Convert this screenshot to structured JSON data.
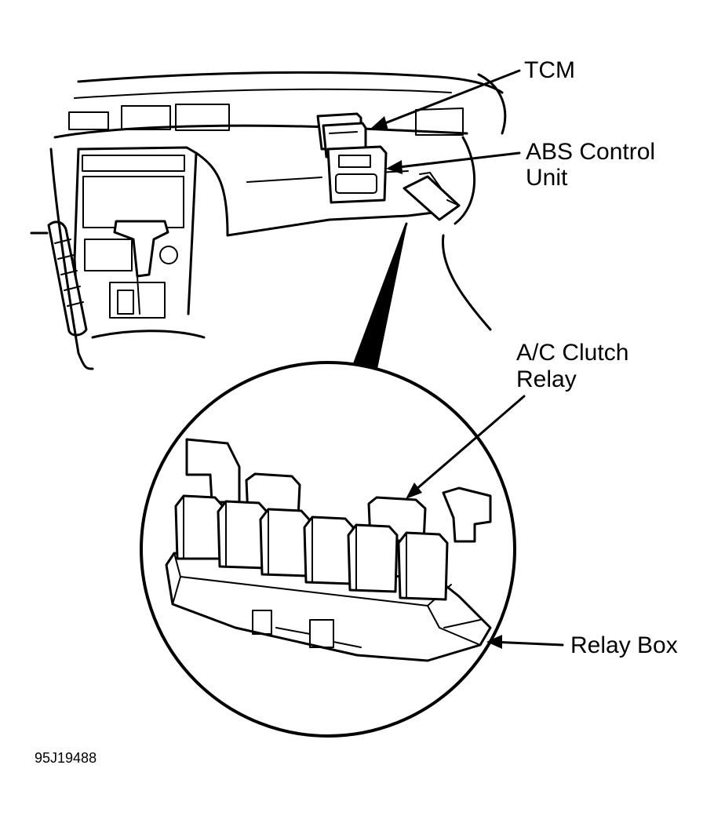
{
  "callouts": {
    "tcm": "TCM",
    "abs_line1": "ABS Control",
    "abs_line2": "Unit",
    "ac_line1": "A/C Clutch",
    "ac_line2": "Relay",
    "relay_box": "Relay Box"
  },
  "figure_id": "95J19488"
}
